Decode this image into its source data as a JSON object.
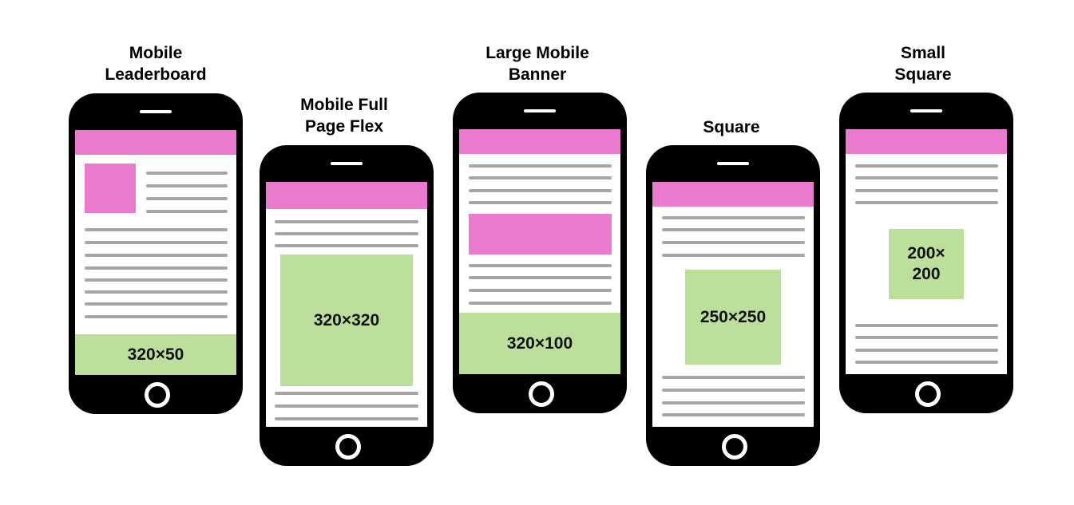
{
  "colors": {
    "phone_body": "#000000",
    "header_banner": "#ea7ad0",
    "ad_unit": "#bddf9c",
    "text_line": "#a6a6a6"
  },
  "phones": [
    {
      "title": "Mobile\nLeaderboard",
      "ad_label": "320×50"
    },
    {
      "title": "Mobile Full\nPage Flex",
      "ad_label": "320×320"
    },
    {
      "title": "Large Mobile\nBanner",
      "ad_label": "320×100"
    },
    {
      "title": "Square",
      "ad_label": "250×250"
    },
    {
      "title": "Small\nSquare",
      "ad_label": "200×\n200"
    }
  ]
}
